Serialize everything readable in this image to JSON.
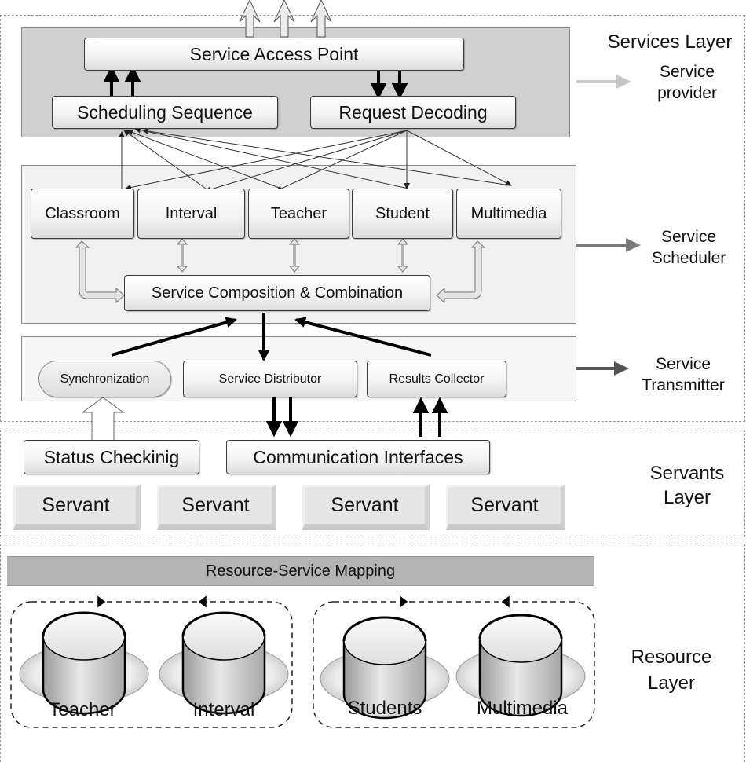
{
  "services_layer": {
    "title": "Services Layer",
    "access_point": "Service Access Point",
    "scheduling_sequence": "Scheduling Sequence",
    "request_decoding": "Request Decoding",
    "provider_label": [
      "Service",
      "provider"
    ]
  },
  "scheduler": {
    "label": [
      "Service",
      "Scheduler"
    ],
    "services": [
      "Classroom",
      "Interval",
      "Teacher",
      "Student",
      "Multimedia"
    ],
    "composition": "Service Composition & Combination"
  },
  "transmitter": {
    "label": [
      "Service",
      "Transmitter"
    ],
    "synchronization": "Synchronization",
    "distributor": "Service Distributor",
    "collector": "Results Collector"
  },
  "servants_layer": {
    "title": [
      "Servants",
      "Layer"
    ],
    "status_checking": "Status Checkinig",
    "communication": "Communication Interfaces",
    "servants": [
      "Servant",
      "Servant",
      "Servant",
      "Servant"
    ]
  },
  "resource_layer": {
    "title": [
      "Resource",
      "Layer"
    ],
    "mapping": "Resource-Service Mapping",
    "resources": [
      "Teacher",
      "Interval",
      "Students",
      "Multimedia"
    ]
  },
  "colors": {
    "services_panel": "#d0d0d0",
    "scheduler_panel": "#f1f1f1",
    "transmitter_panel": "#f7f7f7",
    "mapping_bar": "#b4b4b4",
    "provider_arrow": "#c8c8c8",
    "scheduler_arrow": "#7a7a7a",
    "transmitter_arrow": "#555555"
  }
}
